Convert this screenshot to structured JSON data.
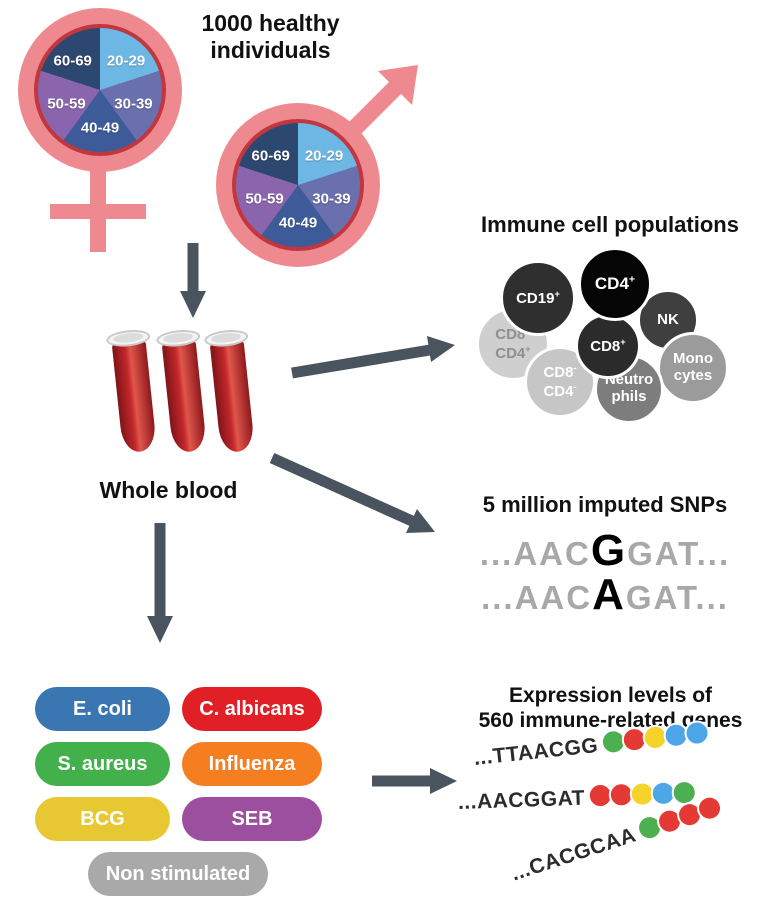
{
  "header": {
    "title_line1": "1000 healthy",
    "title_line2": "individuals"
  },
  "pies": {
    "slices": [
      {
        "label": "20-29",
        "color": "#6cb7e4"
      },
      {
        "label": "30-39",
        "color": "#6a6fae"
      },
      {
        "label": "40-49",
        "color": "#3d5a99"
      },
      {
        "label": "50-59",
        "color": "#8a65ae"
      },
      {
        "label": "60-69",
        "color": "#2c4770"
      }
    ]
  },
  "blood": {
    "label": "Whole blood"
  },
  "immune_cells": {
    "title": "Immune cell populations",
    "cells": [
      {
        "id": "cd19",
        "bg": "#2f2f2f",
        "fg": "#ffffff",
        "lines": [
          {
            "text": "CD19",
            "sup": "+"
          }
        ]
      },
      {
        "id": "cd4",
        "bg": "#050505",
        "fg": "#ffffff",
        "lines": [
          {
            "text": "CD4",
            "sup": "+"
          }
        ]
      },
      {
        "id": "nk",
        "bg": "#3f3f3f",
        "fg": "#ffffff",
        "lines": [
          {
            "text": "NK",
            "sup": ""
          }
        ]
      },
      {
        "id": "cd8",
        "bg": "#2b2b2b",
        "fg": "#ffffff",
        "lines": [
          {
            "text": "CD8",
            "sup": "+"
          }
        ]
      },
      {
        "id": "cd8p-cd4p",
        "bg": "#cfcfcf",
        "fg": "#8f8f8f",
        "lines": [
          {
            "text": "CD8",
            "sup": "+"
          },
          {
            "text": "CD4",
            "sup": "+"
          }
        ]
      },
      {
        "id": "monocytes",
        "bg": "#9b9b9b",
        "fg": "#ffffff",
        "lines": [
          {
            "text": "Mono",
            "sup": ""
          },
          {
            "text": "cytes",
            "sup": ""
          }
        ]
      },
      {
        "id": "cd8m-cd4m",
        "bg": "#c6c6c6",
        "fg": "#ffffff",
        "lines": [
          {
            "text": "CD8",
            "sup": "-"
          },
          {
            "text": "CD4",
            "sup": "-"
          }
        ]
      },
      {
        "id": "neutrophils",
        "bg": "#7d7d7d",
        "fg": "#ffffff",
        "lines": [
          {
            "text": "Neutro",
            "sup": ""
          },
          {
            "text": "phils",
            "sup": ""
          }
        ]
      }
    ]
  },
  "snps": {
    "title": "5 million imputed SNPs",
    "lines": [
      {
        "pre": "...AAC",
        "variant": "G",
        "post": "GAT..."
      },
      {
        "pre": "...AAC",
        "variant": "A",
        "post": "GAT..."
      }
    ]
  },
  "stimuli": [
    {
      "label": "E. coli",
      "color": "#3a76b1"
    },
    {
      "label": "C. albicans",
      "color": "#e01f26"
    },
    {
      "label": "S. aureus",
      "color": "#43b14b"
    },
    {
      "label": "Influenza",
      "color": "#f57e20"
    },
    {
      "label": "BCG",
      "color": "#e8c832"
    },
    {
      "label": "SEB",
      "color": "#9c4f9f"
    },
    {
      "label": "Non stimulated",
      "color": "#a9a9a9"
    }
  ],
  "expression": {
    "title_line1": "Expression levels of",
    "title_line2": "560 immune-related genes",
    "rows": [
      {
        "seq": "...TTAACGG",
        "beads": [
          "#4caf50",
          "#e53935",
          "#f6d32b",
          "#4da6e8",
          "#4da6e8"
        ]
      },
      {
        "seq": "...AACGGAT",
        "beads": [
          "#e53935",
          "#e53935",
          "#f6d32b",
          "#4da6e8",
          "#4caf50"
        ]
      },
      {
        "seq": "...CACGCAA",
        "beads": [
          "#4caf50",
          "#e53935",
          "#e53935",
          "#e53935"
        ]
      }
    ]
  },
  "colors": {
    "gender_pink": "#ee8a8f",
    "pie_border": "#c2363e",
    "arrow": "#4a545e",
    "blood_red": "#b01f24"
  }
}
